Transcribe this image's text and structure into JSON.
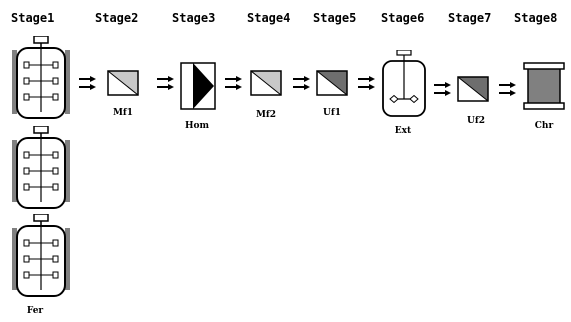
{
  "stages": [
    {
      "label": "Stage1"
    },
    {
      "label": "Stage2"
    },
    {
      "label": "Stage3"
    },
    {
      "label": "Stage4"
    },
    {
      "label": "Stage5"
    },
    {
      "label": "Stage6"
    },
    {
      "label": "Stage7"
    },
    {
      "label": "Stage8"
    }
  ],
  "units": {
    "fermenter": "Fer",
    "mf1": "Mf1",
    "hom": "Hom",
    "mf2": "Mf2",
    "uf1": "Uf1",
    "ext": "Ext",
    "uf2": "Uf2",
    "chr": "Chr"
  },
  "icons": {
    "fermenter": "fermenter-vessel-icon",
    "mf1": "microfilter-icon",
    "hom": "homogenizer-icon",
    "mf2": "microfilter-icon",
    "uf1": "ultrafilter-icon",
    "ext": "extraction-tank-icon",
    "uf2": "ultrafilter-icon",
    "chr": "chromatography-column-icon"
  },
  "colors": {
    "line": "#000000",
    "light_fill": "#c8c8c8",
    "dark_fill": "#6e6e6e",
    "side_panel": "#808080",
    "column_fill": "#808080"
  }
}
